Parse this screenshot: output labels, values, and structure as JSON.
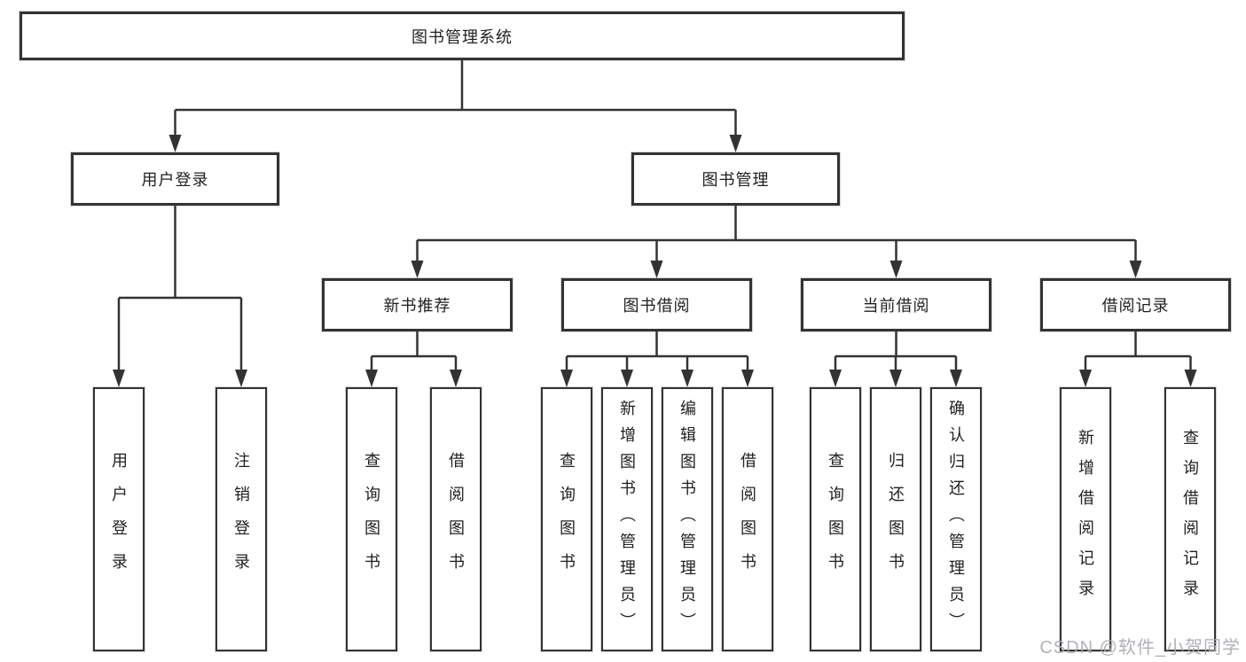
{
  "diagram": {
    "root": {
      "label": "图书管理系统"
    },
    "branches": [
      {
        "label": "用户登录",
        "children": [
          "用户登录",
          "注销登录"
        ]
      },
      {
        "label": "图书管理",
        "children": [
          {
            "label": "新书推荐",
            "children": [
              "查询图书",
              "借阅图书"
            ]
          },
          {
            "label": "图书借阅",
            "children": [
              "查询图书",
              "新增图书（管理员）",
              "编辑图书（管理员）",
              "借阅图书"
            ]
          },
          {
            "label": "当前借阅",
            "children": [
              "查询图书",
              "归还图书",
              "确认归还（管理员）"
            ]
          },
          {
            "label": "借阅记录",
            "children": [
              "新增借阅记录",
              "查询借阅记录"
            ]
          }
        ]
      }
    ]
  },
  "watermark": {
    "text": "CSDN @软件_小贺同学"
  },
  "colors": {
    "line": "#333333",
    "box_border": "#333333",
    "text": "#1f1f1f",
    "watermark": "#a9a9b0",
    "canvas_bg": "#ffffff"
  }
}
